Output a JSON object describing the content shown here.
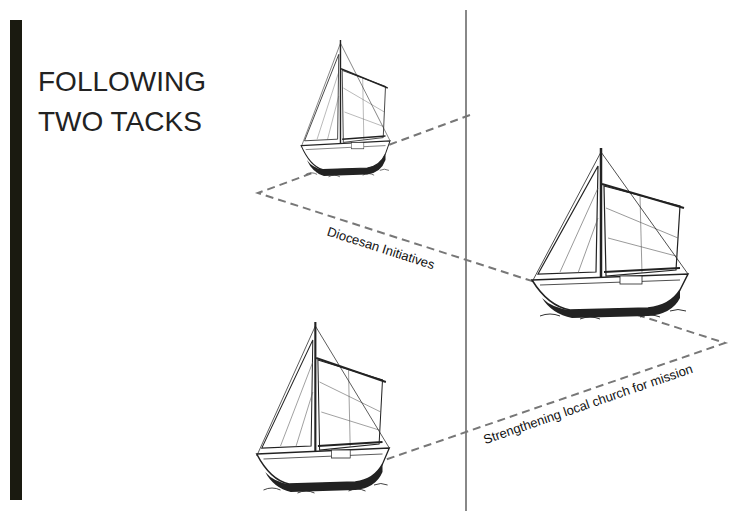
{
  "diagram": {
    "title": "FOLLOWING TWO TACKS",
    "labels": [
      "Diocesan Initiatives",
      "Strengthening local church for mission"
    ]
  }
}
